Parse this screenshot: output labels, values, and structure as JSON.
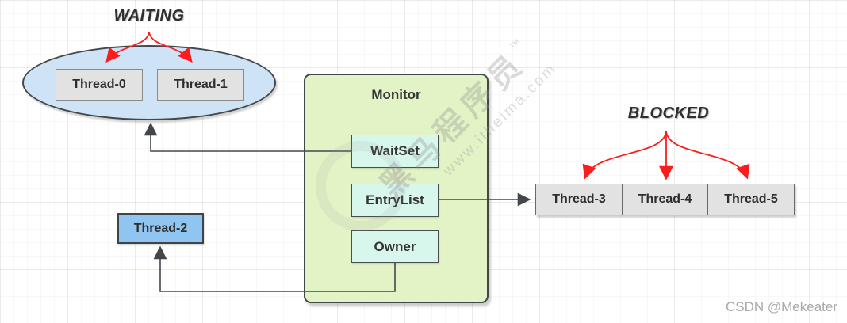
{
  "diagram": {
    "waiting": {
      "label": "WAITING",
      "threads": [
        {
          "label": "Thread-0"
        },
        {
          "label": "Thread-1"
        }
      ]
    },
    "blocked": {
      "label": "BLOCKED",
      "threads": [
        {
          "label": "Thread-3"
        },
        {
          "label": "Thread-4"
        },
        {
          "label": "Thread-5"
        }
      ]
    },
    "monitor": {
      "title": "Monitor",
      "wait_set": "WaitSet",
      "entry_list": "EntryList",
      "owner": "Owner"
    },
    "owner_thread": {
      "label": "Thread-2"
    }
  },
  "watermark": {
    "title": "黑马程序员",
    "tm": "™",
    "url": "www.itheima.com"
  },
  "credit": "CSDN @Mekeater",
  "colors": {
    "ellipse_fill": "#cfe3f7",
    "monitor_fill": "#e2f4c6",
    "inner_box_fill": "#d7f7ec",
    "thread_box_fill": "#e2e2e2",
    "owner_thread_fill": "#90c5f2",
    "line_dark": "#43474b",
    "arrow_red": "#fb1d1d"
  }
}
